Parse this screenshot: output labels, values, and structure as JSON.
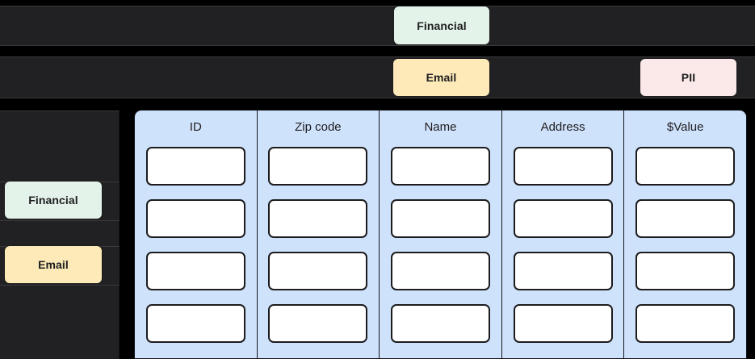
{
  "theme": {
    "page_background": "#000000",
    "band_background": "#212124",
    "band_border": "#3a3a3d",
    "panel_background": "#cfe2fb",
    "panel_border": "#14141a",
    "cell_background": "#ffffff",
    "cell_border": "#1c1c1e",
    "text_color": "#1d1d1f",
    "tag_financial_color": "#e3f3e9",
    "tag_email_color": "#fdeab8",
    "tag_pii_color": "#fbe9e9"
  },
  "top_rows": [
    {
      "row_index": 1,
      "tags": [
        {
          "label": "Financial",
          "color": "#e3f3e9",
          "name": "tag-financial"
        }
      ]
    },
    {
      "row_index": 2,
      "tags": [
        {
          "label": "Email",
          "color": "#fdeab8",
          "name": "tag-email"
        },
        {
          "label": "PII",
          "color": "#fbe9e9",
          "name": "tag-pii"
        }
      ]
    }
  ],
  "sidebar": {
    "tags": [
      {
        "label": "Financial",
        "color": "#e3f3e9",
        "name": "sidebar-tag-financial"
      },
      {
        "label": "Email",
        "color": "#fdeab8",
        "name": "sidebar-tag-email"
      }
    ]
  },
  "table": {
    "columns": [
      {
        "header": "ID",
        "name": "column-id"
      },
      {
        "header": "Zip code",
        "name": "column-zip-code"
      },
      {
        "header": "Name",
        "name": "column-name"
      },
      {
        "header": "Address",
        "name": "column-address"
      },
      {
        "header": "$Value",
        "name": "column-value"
      }
    ],
    "row_count": 4,
    "cell_value": ""
  }
}
